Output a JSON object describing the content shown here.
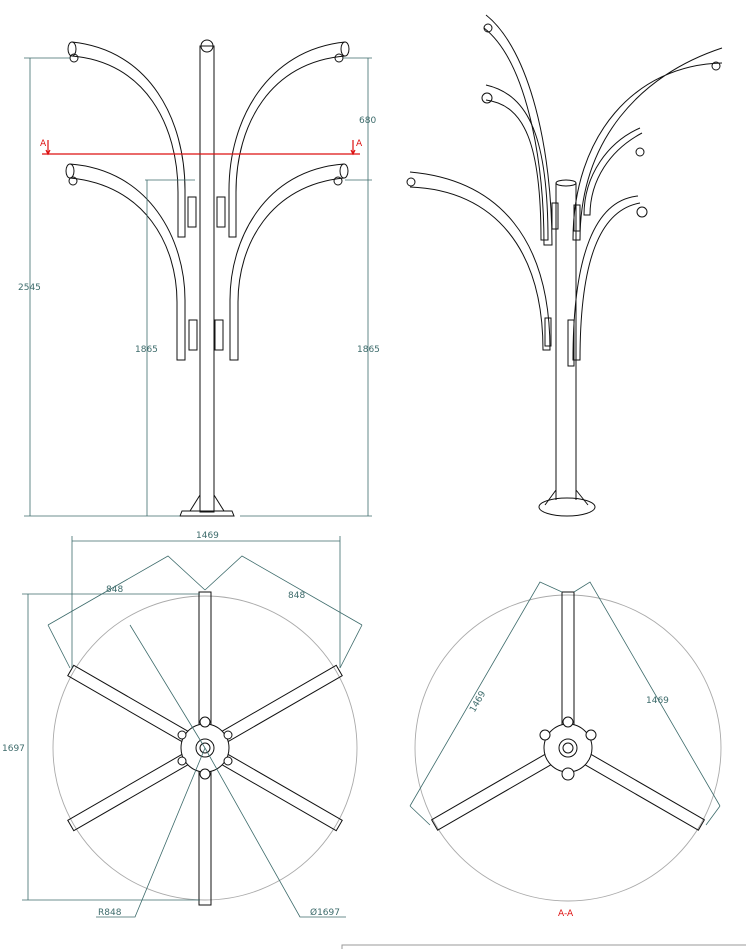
{
  "front_view": {
    "dimensions": {
      "total_height": "2545",
      "upper_arm_offset": "680",
      "lower_arm_height_left": "1865",
      "lower_arm_height_right": "1865"
    },
    "section_marker_left": "A",
    "section_marker_right": "A"
  },
  "plan_view": {
    "dimensions": {
      "span": "1469",
      "arm_left": "848",
      "arm_right": "848",
      "height": "1697",
      "radius": "R848",
      "diameter": "Ø1697"
    }
  },
  "section_view": {
    "dimensions": {
      "span_left": "1469",
      "span_right": "1469"
    },
    "title": "A-A"
  },
  "colors": {
    "dimension": "#3d6b6b",
    "section": "#dd1111",
    "construction": "#aaaaaa"
  }
}
